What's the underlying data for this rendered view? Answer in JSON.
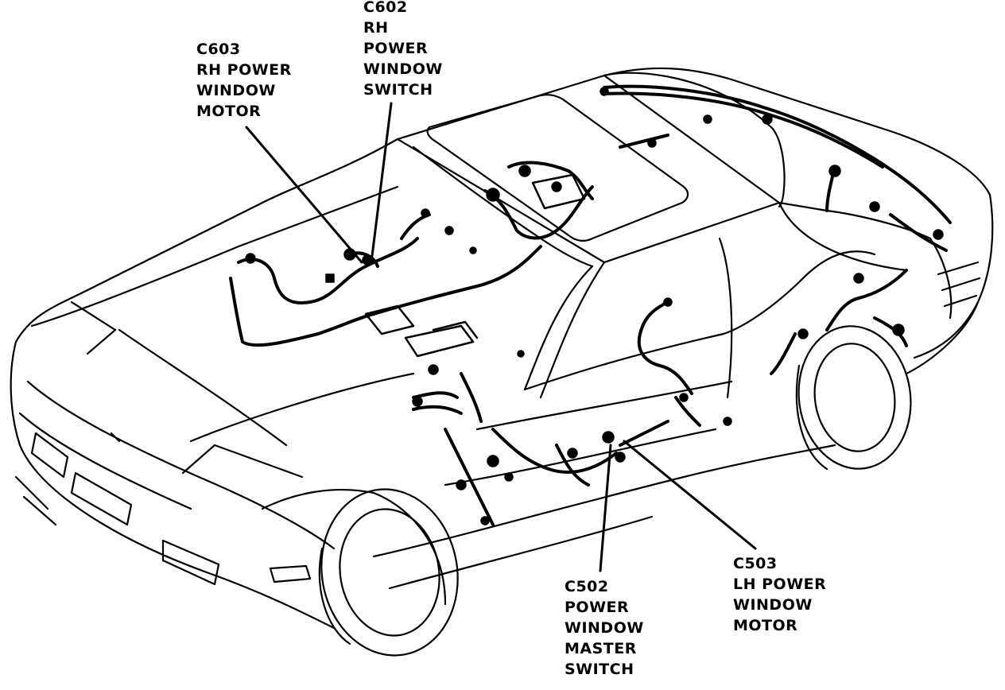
{
  "callouts": {
    "c603_rh": {
      "lines": [
        "C603",
        "RH POWER",
        "WINDOW",
        "MOTOR"
      ]
    },
    "c602_rh": {
      "lines": [
        "C602",
        "RH",
        "POWER",
        "WINDOW",
        "SWITCH"
      ]
    },
    "c502": {
      "lines": [
        "C502",
        "POWER",
        "WINDOW",
        "MASTER",
        "SWITCH"
      ]
    },
    "c503_lh": {
      "lines": [
        "C503",
        "LH POWER",
        "WINDOW",
        "MOTOR"
      ]
    }
  },
  "colors": {
    "ink": "#000000",
    "paper": "#ffffff"
  }
}
